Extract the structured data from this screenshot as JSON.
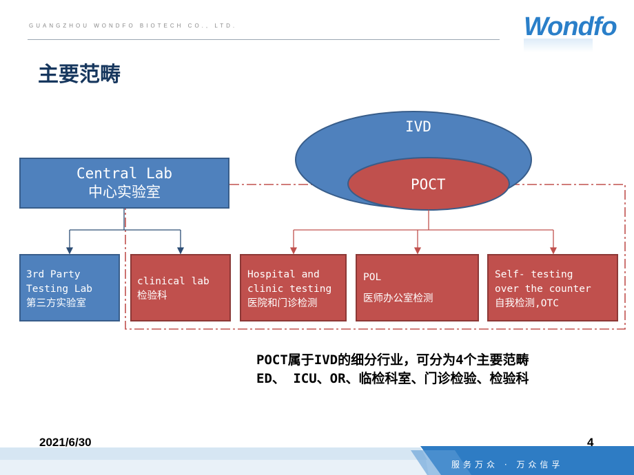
{
  "header": {
    "company": "GUANGZHOU WONDFO BIOTECH CO., LTD.",
    "logo": "Wondfo"
  },
  "slide": {
    "title": "主要范畴"
  },
  "diagram": {
    "ivd_label": "IVD",
    "poct_label": "POCT",
    "central_lab": {
      "line1": "Central Lab",
      "line2": "中心实验室"
    },
    "third_party": {
      "line1": "3rd Party",
      "line2": "Testing Lab",
      "line3": "第三方实验室"
    },
    "clinical_lab": {
      "line1": "clinical lab",
      "line2": "检验科"
    },
    "hospital": {
      "line1": "Hospital and",
      "line2": "clinic testing",
      "line3": "医院和门诊检测"
    },
    "pol": {
      "line1": "POL",
      "line2": "医师办公室检测"
    },
    "self_testing": {
      "line1": "Self- testing",
      "line2": "over the counter",
      "line3": "自我检测,OTC"
    },
    "colors": {
      "blue_fill": "#4f81bd",
      "blue_border": "#385d8a",
      "red_fill": "#c0504d",
      "red_border": "#8c3836",
      "connector_blue": "#2c4d75",
      "connector_red": "#c0504d"
    }
  },
  "note": {
    "line1": "POCT属于IVD的细分行业，可分为4个主要范畴",
    "line2": "ED、 ICU、OR、临检科室、门诊检验、检验科"
  },
  "footer": {
    "date": "2021/6/30",
    "page": "4",
    "slogan": "服务万众 · 万众信孚"
  }
}
